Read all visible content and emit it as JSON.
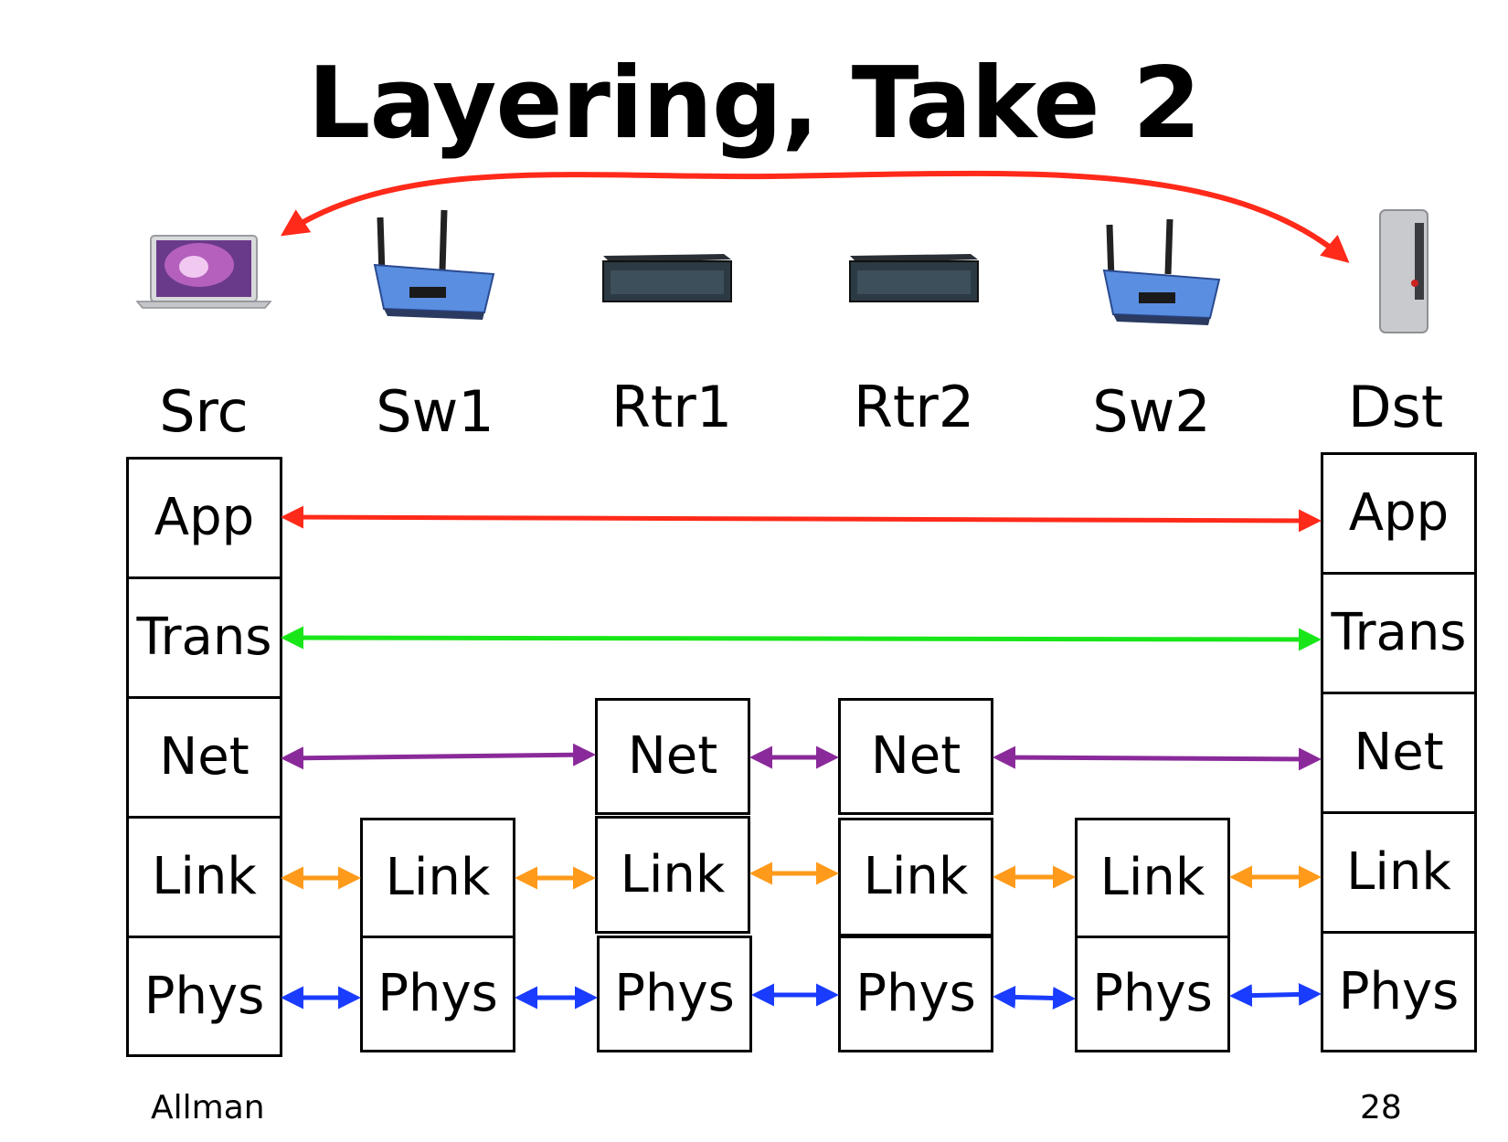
{
  "title": "Layering, Take 2",
  "nodes": [
    {
      "id": "src",
      "label": "Src",
      "device": "laptop-icon"
    },
    {
      "id": "sw1",
      "label": "Sw1",
      "device": "wireless-router-icon"
    },
    {
      "id": "rtr1",
      "label": "Rtr1",
      "device": "rack-router-icon"
    },
    {
      "id": "rtr2",
      "label": "Rtr2",
      "device": "rack-router-icon"
    },
    {
      "id": "sw2",
      "label": "Sw2",
      "device": "wireless-router-icon"
    },
    {
      "id": "dst",
      "label": "Dst",
      "device": "blade-server-icon"
    }
  ],
  "layers": {
    "app": "App",
    "trans": "Trans",
    "net": "Net",
    "link": "Link",
    "phys": "Phys"
  },
  "colors": {
    "app": "#ff2a1a",
    "trans": "#19e619",
    "net": "#8a2a9a",
    "link": "#ff9a1a",
    "phys": "#1a3cff",
    "top_arrow": "#ff2a1a"
  },
  "footer": {
    "author": "Allman",
    "page": "28"
  }
}
